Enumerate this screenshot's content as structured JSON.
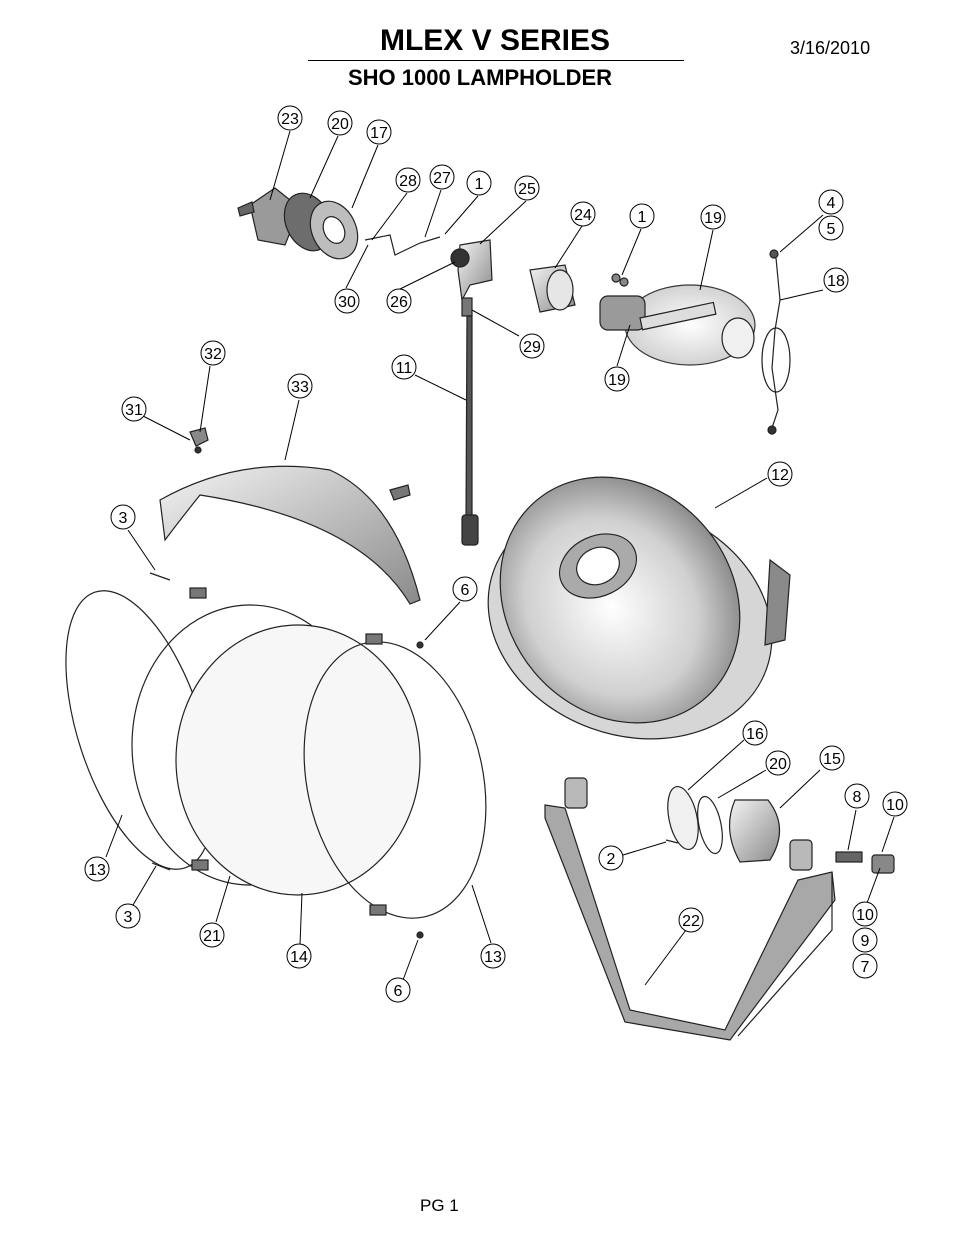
{
  "header": {
    "title": "MLEX V SERIES",
    "subtitle": "SHO 1000 LAMPHOLDER",
    "date": "3/16/2010"
  },
  "footer": {
    "page": "PG 1"
  },
  "callouts": [
    "23",
    "20",
    "17",
    "28",
    "27",
    "1",
    "25",
    "24",
    "1",
    "19",
    "4",
    "5",
    "18",
    "30",
    "26",
    "29",
    "19",
    "11",
    "32",
    "31",
    "33",
    "12",
    "3",
    "6",
    "16",
    "20",
    "15",
    "8",
    "10",
    "2",
    "13",
    "3",
    "21",
    "14",
    "13",
    "22",
    "10",
    "9",
    "7",
    "6"
  ]
}
